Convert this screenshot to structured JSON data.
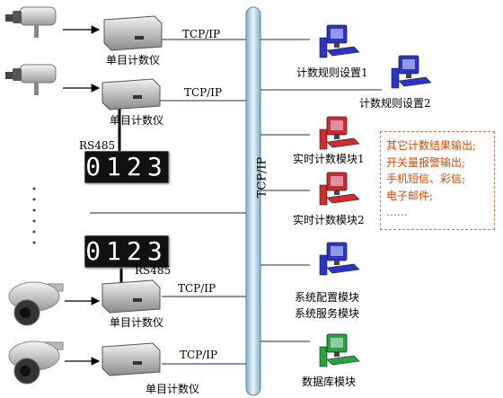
{
  "bus": {
    "label": "TCP/IP"
  },
  "counters": [
    {
      "label": "单目计数仪",
      "protocol": "TCP/IP"
    },
    {
      "label": "单目计数仪",
      "protocol": "TCP/IP"
    },
    {
      "label": "单目计数仪",
      "protocol": "TCP/IP"
    },
    {
      "label": "单目计数仪",
      "protocol": "TCP/IP"
    }
  ],
  "rs485_top": {
    "label": "RS485",
    "display": "0123"
  },
  "rs485_bottom": {
    "label": "RS485",
    "display": "0123"
  },
  "workstations": [
    {
      "label": "计数规则设置1",
      "color": "#2a35c8"
    },
    {
      "label": "计数规则设置2",
      "color": "#2a35c8"
    },
    {
      "label": "实时计数模块1",
      "color": "#d22a2a"
    },
    {
      "label": "实时计数模块2",
      "color": "#d22a2a"
    },
    {
      "label": "系统配置模块",
      "label2": "系统服务模块",
      "color": "#2a35c8"
    },
    {
      "label": "数据库模块",
      "color": "#22a83a"
    }
  ],
  "note": {
    "lines": [
      "其它计数结果输出;",
      "开关量报警输出;",
      "手机短信、彩信;",
      "电子邮件;",
      "……"
    ],
    "color": "#d24a00"
  },
  "colors": {
    "bus": "#9cc8dc",
    "line": "#1a2a6a",
    "arrow": "#000000"
  }
}
